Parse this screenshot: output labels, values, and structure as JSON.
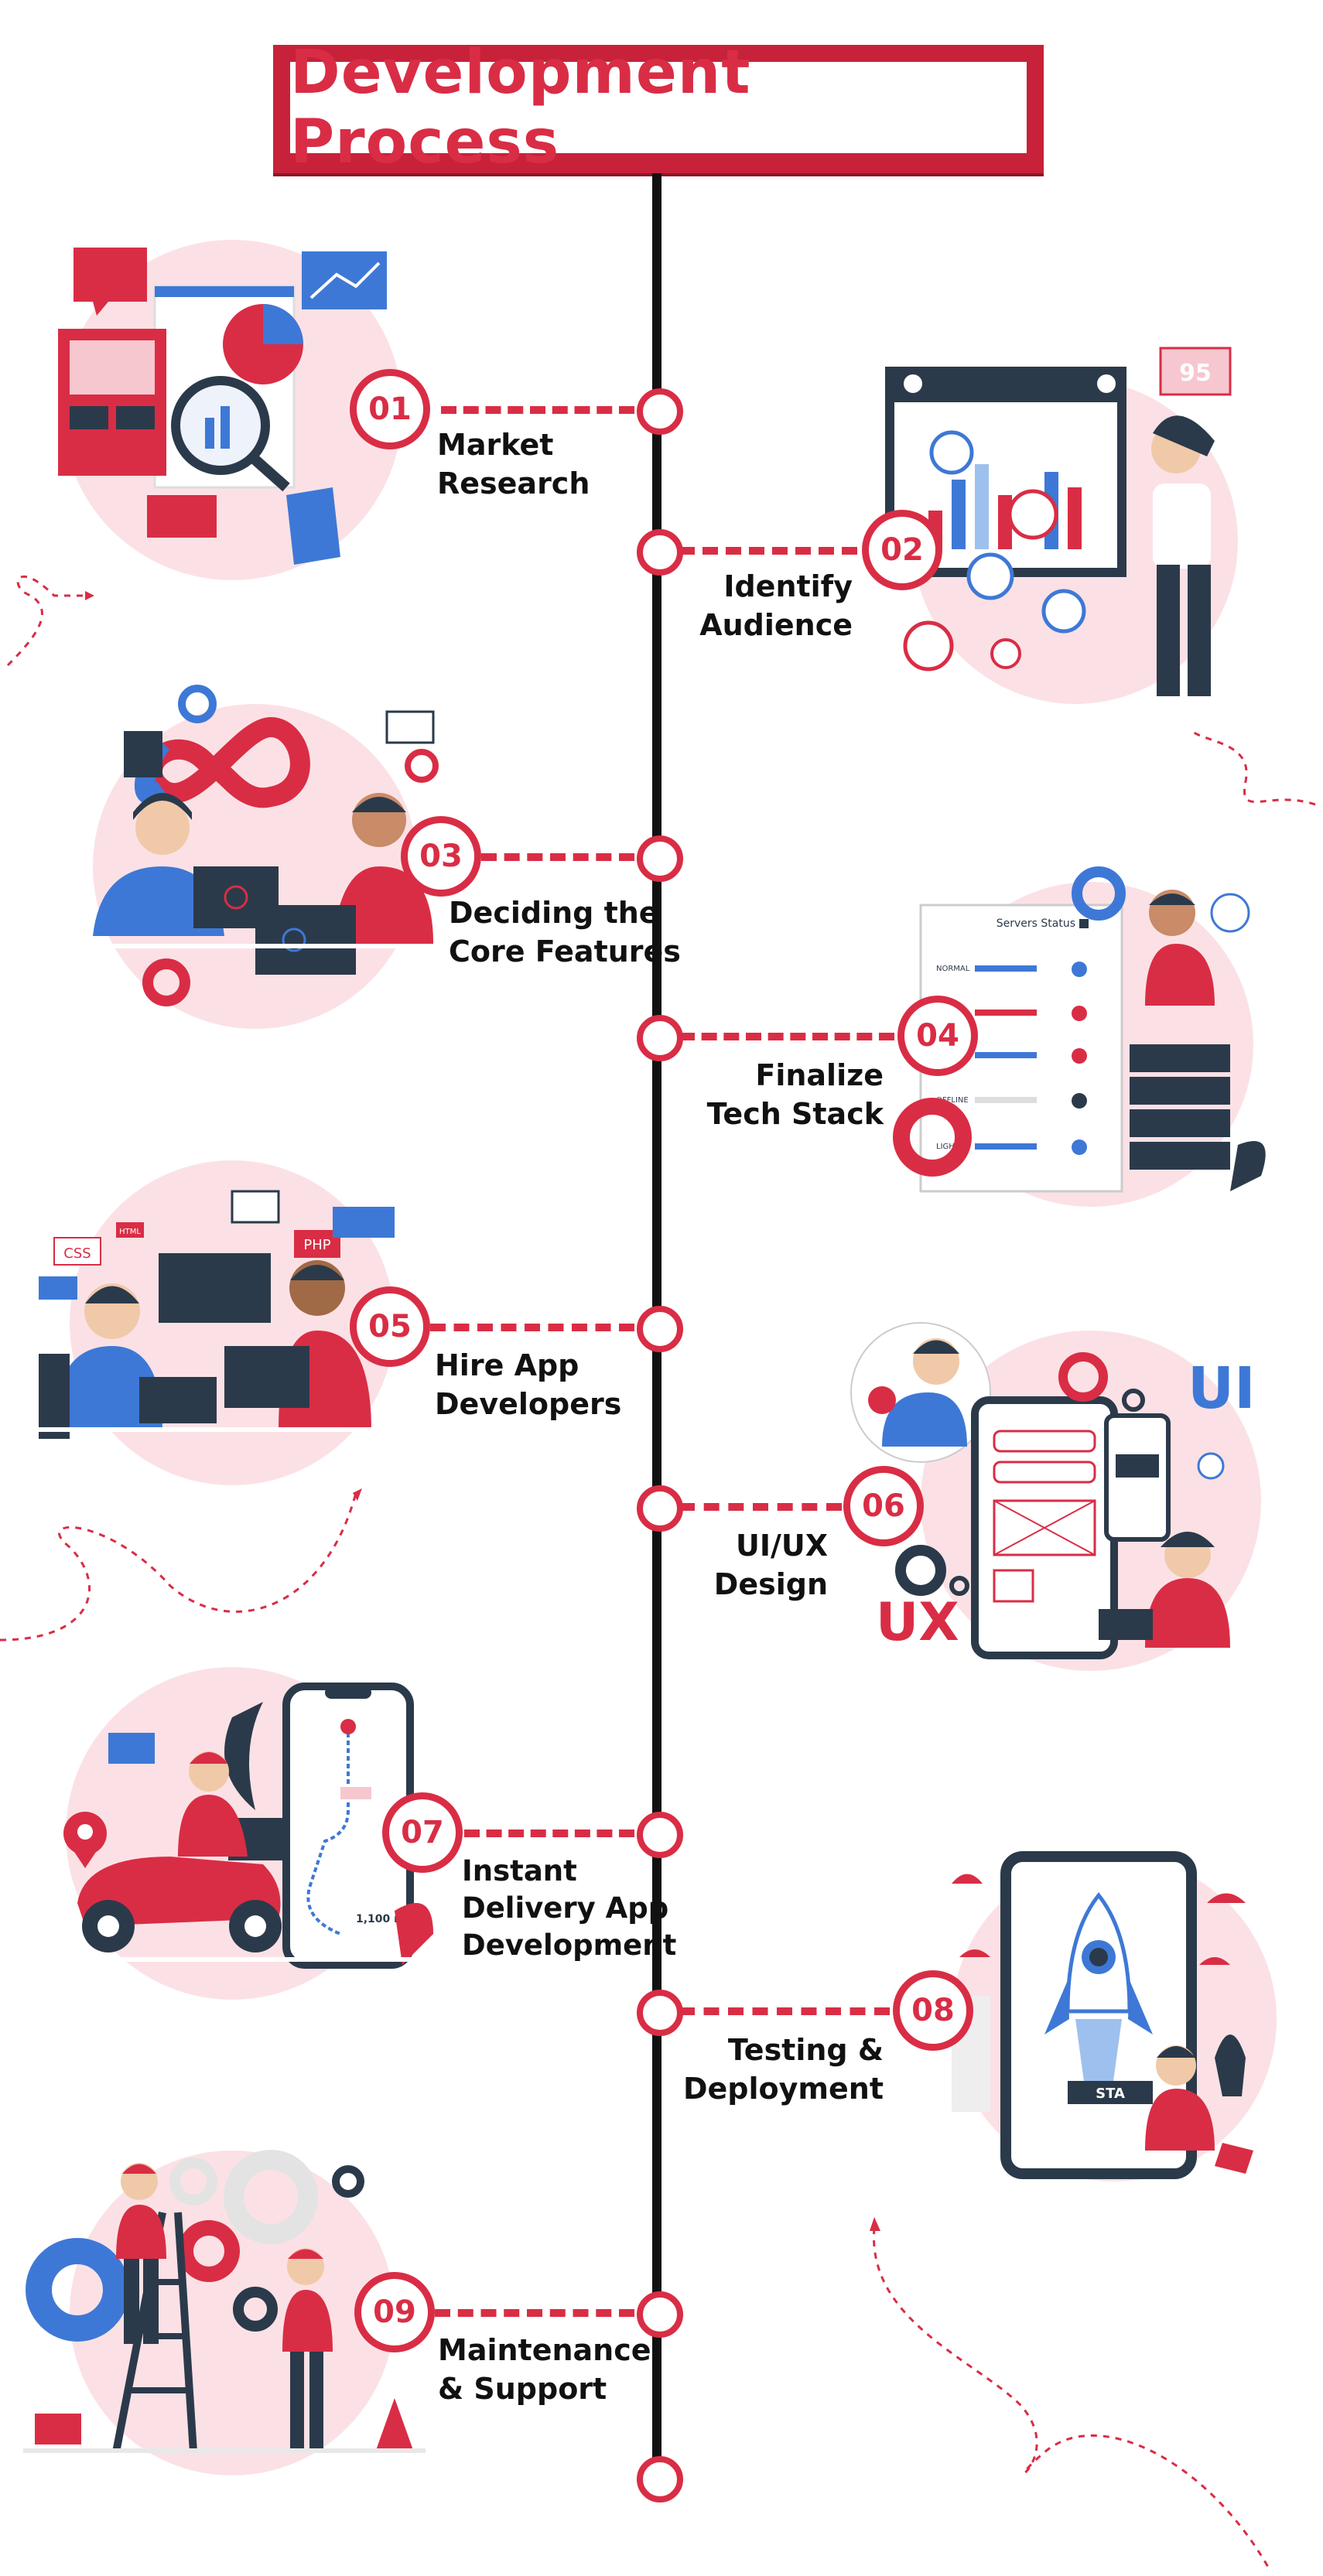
{
  "title": "Development Process",
  "colors": {
    "accent": "#d92d45",
    "accent_dark": "#8f1526",
    "spine": "#111111",
    "blob": "#fbe1e5"
  },
  "steps": [
    {
      "number": "01",
      "label_line1": "Market",
      "label_line2": "Research"
    },
    {
      "number": "02",
      "label_line1": "Identify",
      "label_line2": "Audience"
    },
    {
      "number": "03",
      "label_line1": "Deciding the",
      "label_line2": "Core Features"
    },
    {
      "number": "04",
      "label_line1": "Finalize",
      "label_line2": "Tech Stack"
    },
    {
      "number": "05",
      "label_line1": "Hire App",
      "label_line2": "Developers"
    },
    {
      "number": "06",
      "label_line1": "UI/UX",
      "label_line2": "Design"
    },
    {
      "number": "07",
      "label_line1": "Instant",
      "label_line2": "Delivery App",
      "label_line3": "Development"
    },
    {
      "number": "08",
      "label_line1": "Testing &",
      "label_line2": "Deployment"
    },
    {
      "number": "09",
      "label_line1": "Maintenance",
      "label_line2": "& Support"
    }
  ],
  "illustration_text": {
    "score": "95",
    "servers_title": "Servers Status",
    "server_rows": [
      "NORMAL",
      "OFFLINE",
      "LIGHT"
    ],
    "tag_css": "CSS",
    "tag_php": "PHP",
    "tag_html": "HTML",
    "ui": "UI",
    "ux": "UX",
    "distance": "1,100 m",
    "rocket_start": "STA"
  }
}
